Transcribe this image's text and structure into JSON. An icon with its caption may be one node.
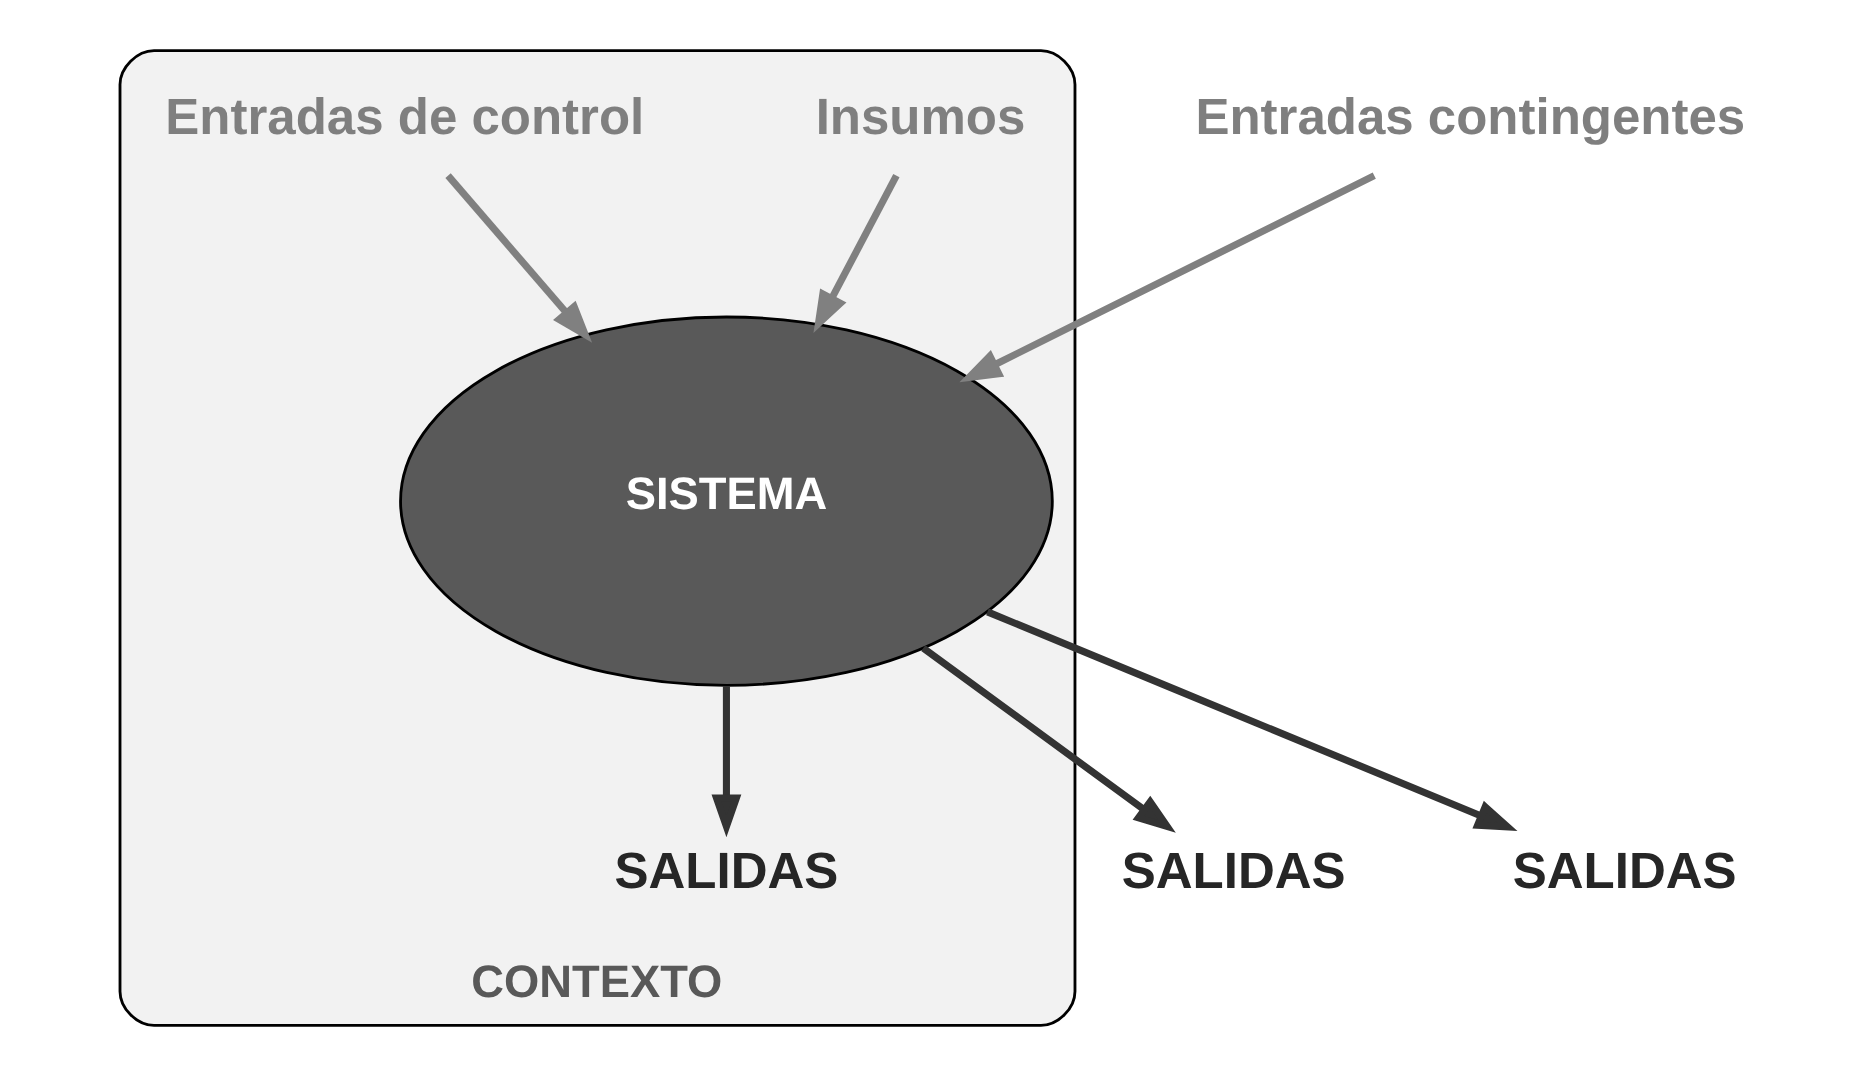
{
  "diagram": {
    "nodes": [
      {
        "text": [
          "CONTEXTO"
        ]
      },
      {
        "text": [
          "SISTEMA"
        ],
        "in": 0
      },
      {
        "text": [
          "SALIDAS"
        ]
      },
      {
        "text": [
          "SALIDAS"
        ]
      },
      {
        "text": [
          "Insumos"
        ],
        "in": 0
      },
      {
        "text": [
          "Entradas contingentes"
        ]
      },
      {
        "text": [
          "Entradas de control"
        ],
        "in": 0
      },
      {
        "text": [
          "SALIDAS"
        ],
        "in": 0
      }
    ],
    "edges": [
      {
        "from": 1,
        "to": 2,
        "arrow": "to",
        "color": "#333333"
      },
      {
        "from": 1,
        "to": 3,
        "arrow": "to",
        "color": "#333333"
      },
      {
        "from": 4,
        "to": 1,
        "arrow": "to",
        "color": "#808080"
      },
      {
        "from": 5,
        "to": 1,
        "arrow": "to",
        "color": "#808080"
      },
      {
        "from": 6,
        "to": 1,
        "arrow": "to",
        "color": "#808080"
      },
      {
        "from": 1,
        "to": 7,
        "arrow": "to",
        "color": "#333333"
      }
    ]
  }
}
